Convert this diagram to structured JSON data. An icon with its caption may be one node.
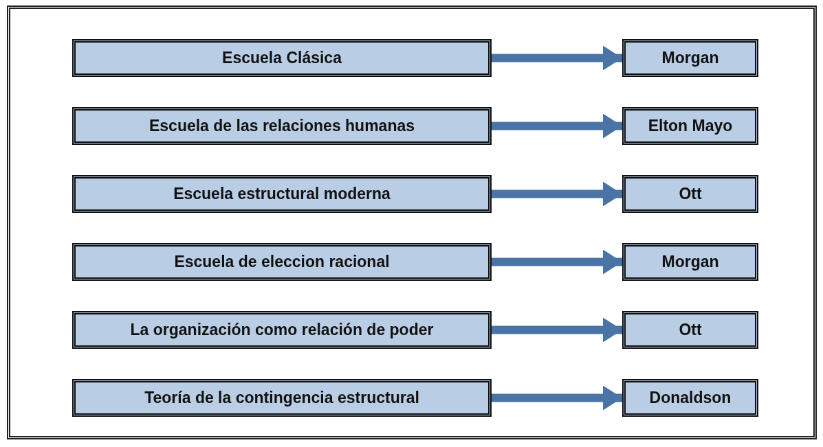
{
  "diagram": {
    "nodes": [
      {
        "text": [
          "Escuela Clásica"
        ]
      },
      {
        "text": [
          "Morgan"
        ]
      },
      {
        "text": [
          "Escuela de las relaciones humanas"
        ]
      },
      {
        "text": [
          "Elton Mayo"
        ]
      },
      {
        "text": [
          "Escuela estructural moderna"
        ]
      },
      {
        "text": [
          "Ott"
        ]
      },
      {
        "text": [
          "Escuela de eleccion racional"
        ]
      },
      {
        "text": [
          "Morgan"
        ]
      },
      {
        "text": [
          "La organización como relación de poder"
        ]
      },
      {
        "text": [
          "Ott"
        ]
      },
      {
        "text": [
          "Teoría de la contingencia estructural"
        ]
      },
      {
        "text": [
          "Donaldson"
        ]
      }
    ],
    "edges": [
      {
        "from": 0,
        "to": 1,
        "arrow": "to"
      },
      {
        "from": 2,
        "to": 3,
        "arrow": "to"
      },
      {
        "from": 4,
        "to": 5,
        "arrow": "to"
      },
      {
        "from": 6,
        "to": 7,
        "arrow": "to"
      },
      {
        "from": 8,
        "to": 9,
        "arrow": "to"
      },
      {
        "from": 10,
        "to": 11,
        "arrow": "to"
      }
    ]
  }
}
